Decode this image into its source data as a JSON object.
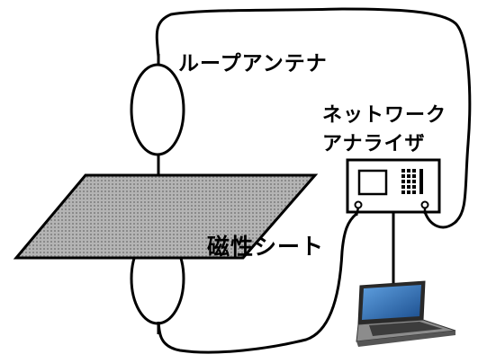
{
  "labels": {
    "loop_antenna": "ループアンテナ",
    "network_analyzer_line1": "ネットワーク",
    "network_analyzer_line2": "アナライザ",
    "magnetic_sheet": "磁性シート"
  },
  "icons": [
    "loop-antenna-upper-icon",
    "loop-antenna-lower-icon",
    "magnetic-sheet-icon",
    "network-analyzer-icon",
    "laptop-icon",
    "cable-icon"
  ],
  "colors": {
    "stroke": "#000000",
    "sheet_fill": "#a9a9a9",
    "laptop_screen": "#2f6fb5",
    "background": "#ffffff"
  }
}
